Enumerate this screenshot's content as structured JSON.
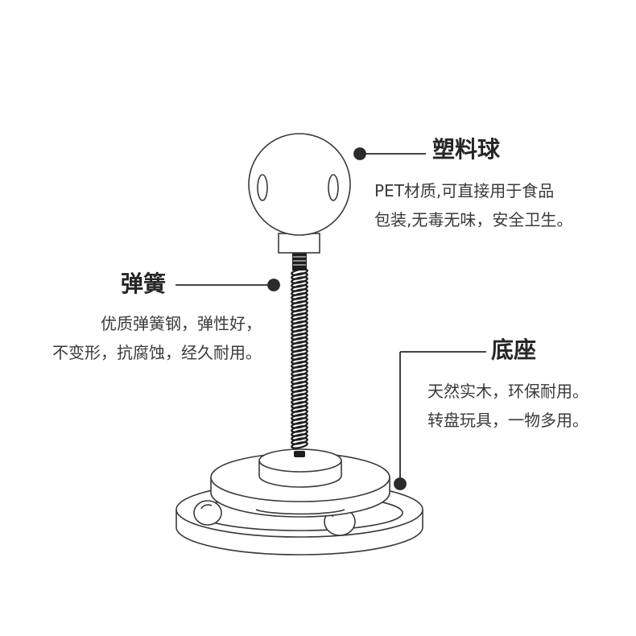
{
  "callouts": {
    "ball": {
      "title": "塑料球",
      "lines": [
        "PET材质,可直接用于食品",
        "包装,无毒无味，安全卫生。"
      ]
    },
    "spring": {
      "title": "弹簧",
      "lines": [
        "优质弹簧钢，弹性好，",
        "不变形，抗腐蚀，经久耐用。"
      ]
    },
    "base": {
      "title": "底座",
      "lines": [
        "天然实木，环保耐用。",
        "转盘玩具，一物多用。"
      ]
    }
  },
  "colors": {
    "outline": "#3a3a3a",
    "leader": "#2b2b2b",
    "spring": "#1e1e1e",
    "fill": "#ffffff"
  }
}
